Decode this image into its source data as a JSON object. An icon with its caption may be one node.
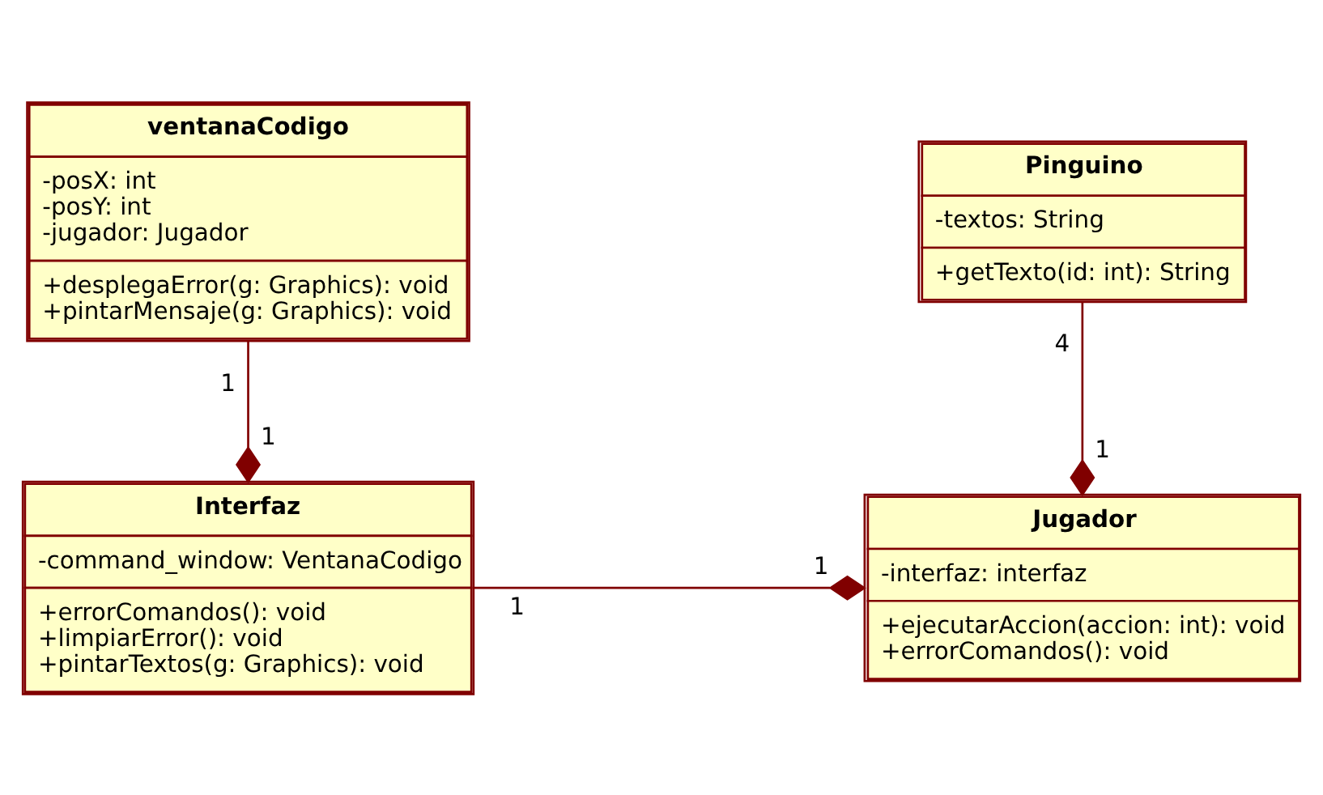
{
  "diagram": {
    "nodes": [
      {
        "text": [
          "Interfaz",
          "-command_window: VentanaCodigo",
          "+errorComandos(): void",
          "+limpiarError(): void",
          "+pintarTextos(g: Graphics): void"
        ]
      },
      {
        "text": [
          "Jugador",
          "-interfaz: interfaz",
          "+ejecutarAccion(accion: int): void",
          "+errorComandos(): void"
        ]
      },
      {
        "text": [
          "ventanaCodigo",
          "-posX: int",
          "-posY: int",
          "-jugador: Jugador",
          "+desplegaError(g: Graphics): void",
          "+pintarMensaje(g: Graphics): void"
        ]
      },
      {
        "text": [
          "Pinguino",
          "-textos: String",
          "+getTexto(id: int): String"
        ]
      }
    ],
    "edges": [
      {
        "from": 0,
        "to": 1,
        "arrow": "other"
      },
      {
        "from": 2,
        "to": 0,
        "arrow": "other"
      },
      {
        "from": 3,
        "to": 1,
        "arrow": "other"
      }
    ],
    "labels": [
      "1",
      "1",
      "1",
      "1",
      "1",
      "4"
    ]
  }
}
